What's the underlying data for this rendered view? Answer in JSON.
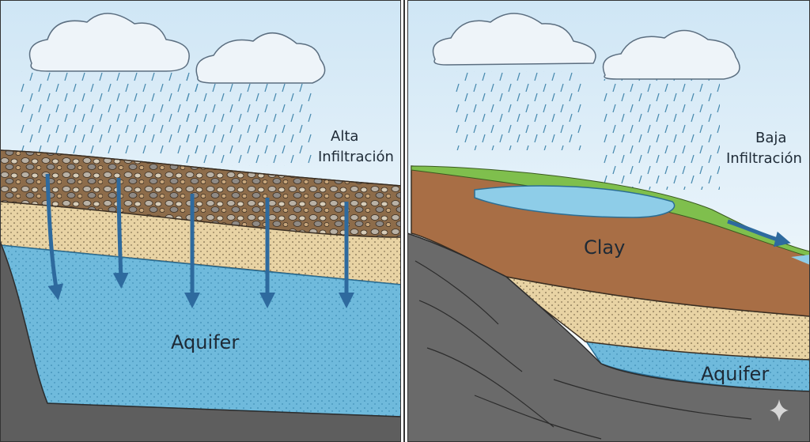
{
  "left_panel": {
    "title_line1": "Alta",
    "title_line2": "Infiltración",
    "aquifer_label": "Aquifer"
  },
  "right_panel": {
    "title_line1": "Baja",
    "title_line2": "Infiltración",
    "clay_label": "Clay",
    "aquifer_label": "Aquifer"
  },
  "watermark": {
    "icon": "sparkle-icon"
  },
  "colors": {
    "sky": "#e6f2fa",
    "gravel": "#9c7c5a",
    "sand": "#e8d3a4",
    "aquifer": "#6fbadc",
    "rock": "#5e5e5e",
    "clay": "#a86e45",
    "grass": "#7fbf4d",
    "arrow": "#2e6a9e"
  }
}
